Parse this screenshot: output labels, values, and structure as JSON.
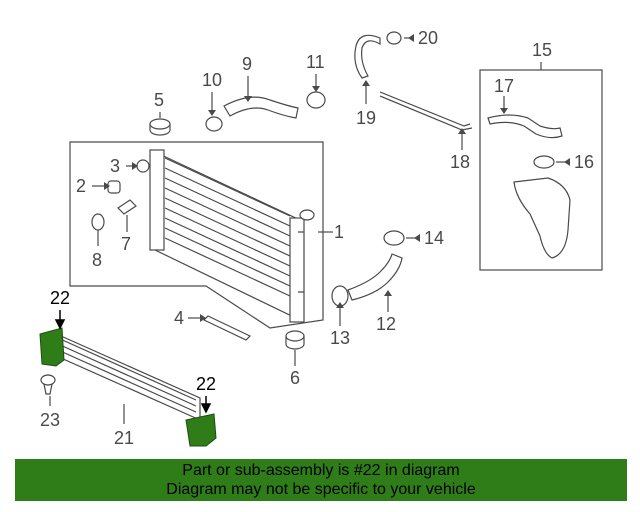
{
  "diagram": {
    "callouts": [
      "1",
      "2",
      "3",
      "4",
      "5",
      "6",
      "7",
      "8",
      "9",
      "10",
      "11",
      "12",
      "13",
      "14",
      "15",
      "16",
      "17",
      "18",
      "19",
      "20",
      "21",
      "22",
      "23"
    ],
    "highlighted_part": "22",
    "highlight_color": "#2e7d19",
    "line_color": "#4a4a4a"
  },
  "banner": {
    "line1": "Part or sub-assembly is #22 in diagram",
    "line2": "Diagram may not be specific to your vehicle",
    "background": "#2e7d19"
  }
}
